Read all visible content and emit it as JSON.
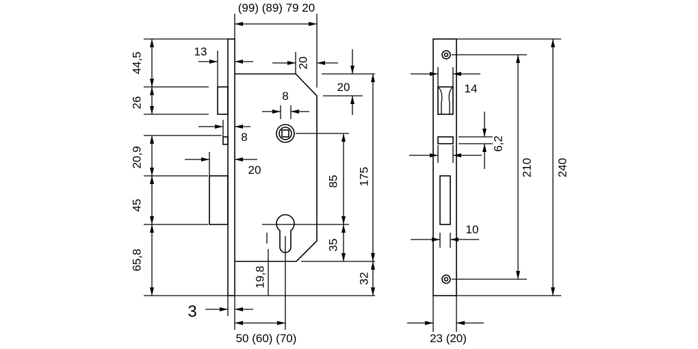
{
  "drawing": {
    "side_view": {
      "top_width": "(99) (89) 79 20",
      "latch_offset": "13",
      "top_to_latch": "44,5",
      "latch_height": "26",
      "chamfer_width": "20",
      "chamfer_height": "20",
      "follower_square": "8",
      "latch_tab": "8",
      "latch_to_deadbolt": "20,9",
      "deadbolt_throw": "20",
      "deadbolt_height": "45",
      "deadbolt_to_bottom": "65,8",
      "follower_to_cylinder": "85",
      "case_height": "175",
      "cylinder_to_case_bottom": "35",
      "case_to_plate_bottom": "32",
      "keyhole_depth": "19,8",
      "plate_thickness": "3",
      "backset": "50 (60) (70)"
    },
    "front_view": {
      "latch_opening_width": "14",
      "tab_opening_height": "6,2",
      "screw_spacing": "210",
      "plate_height": "240",
      "deadbolt_opening_width": "10",
      "plate_width": "23 (20)"
    }
  }
}
